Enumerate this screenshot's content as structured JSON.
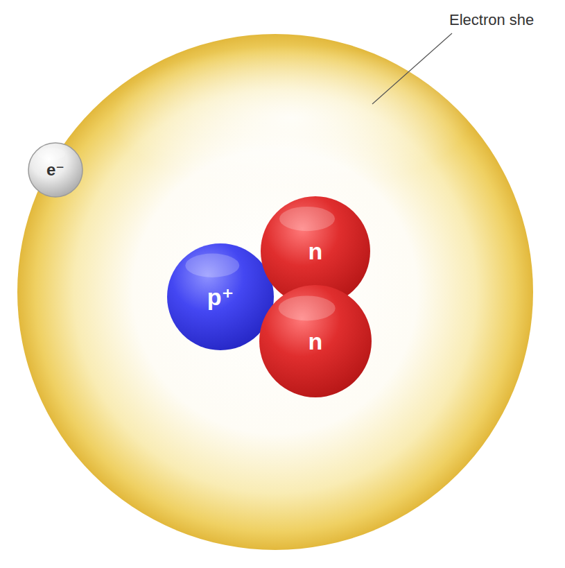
{
  "diagram": {
    "nodes": [
      {
        "text": [
          "e⁻"
        ]
      },
      {
        "text": [
          "p⁺"
        ]
      },
      {
        "text": [
          "n"
        ]
      },
      {
        "text": [
          "n"
        ]
      }
    ],
    "labels": [
      "Electron she"
    ]
  }
}
